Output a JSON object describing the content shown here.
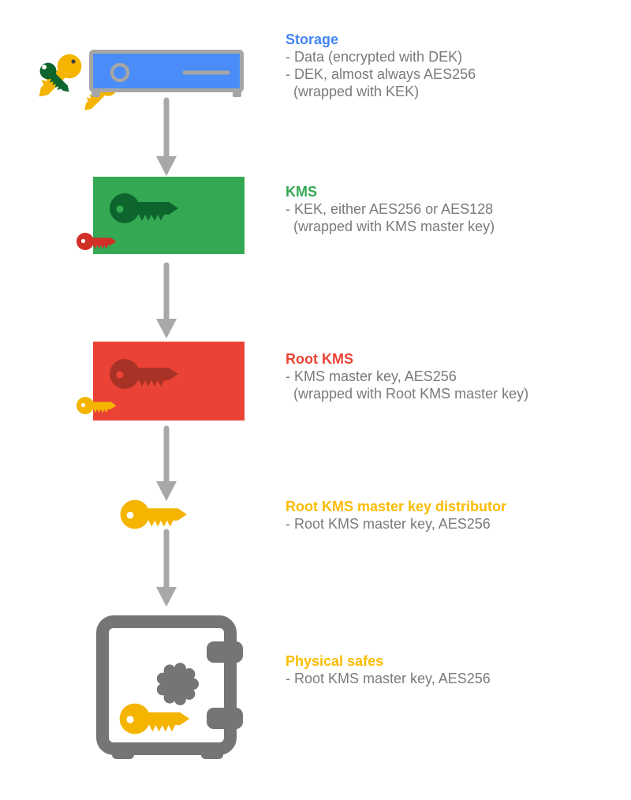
{
  "colors": {
    "storage_fill": "#4A8DF8",
    "device_gray": "#A6A6A6",
    "arrow_gray": "#A8A8A8",
    "kms_fill": "#34A853",
    "root_kms_fill": "#EA4335",
    "key_dark_green": "#0D652D",
    "key_dark_red": "#A93226",
    "key_red": "#D22F27",
    "key_yellow": "#F4B400",
    "key_hole_white": "#FFFFFF",
    "key_hole_dark": "#3F3F3F",
    "safe_gray": "#757575",
    "heading_blue": "#4285F4",
    "heading_green": "#34A853",
    "heading_red": "#EA4335",
    "heading_yellow": "#FBBC04",
    "body_text": "#7A7A7A"
  },
  "icons": {
    "storage": "storage-device-icon",
    "keys": "key-icon",
    "arrows": "arrow-down-icon",
    "safe": "safe-icon"
  },
  "sections": [
    {
      "title": "Storage",
      "title_color": "#4285F4",
      "lines": [
        "- Data (encrypted with DEK)",
        "- DEK, almost always AES256",
        "  (wrapped with KEK)"
      ]
    },
    {
      "title": "KMS",
      "title_color": "#34A853",
      "lines": [
        "- KEK, either AES256 or AES128",
        "  (wrapped with KMS master key)"
      ]
    },
    {
      "title": "Root KMS",
      "title_color": "#EA4335",
      "lines": [
        "- KMS master key, AES256",
        "  (wrapped with Root KMS master key)"
      ]
    },
    {
      "title": "Root KMS master key distributor",
      "title_color": "#FBBC04",
      "lines": [
        "- Root KMS master key, AES256"
      ]
    },
    {
      "title": "Physical safes",
      "title_color": "#FBBC04",
      "lines": [
        "- Root KMS master key, AES256"
      ]
    }
  ]
}
